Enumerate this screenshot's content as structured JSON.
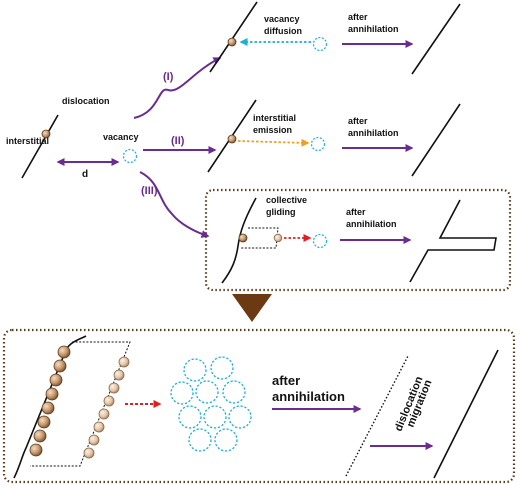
{
  "colors": {
    "purple": "#6a2c91",
    "cyan": "#1ab0d8",
    "orange": "#f0a020",
    "red": "#e02020",
    "bead": "#c99a6e",
    "frame": "#5a3a1a",
    "down_arrow": "#6b3a12"
  },
  "labels": {
    "interstitial": "interstitial",
    "dislocation": "dislocation",
    "vacancy": "vacancy",
    "d": "d",
    "path_1": "(I)",
    "path_2": "(II)",
    "path_3": "(III)",
    "vacancy_diffusion_1": "vacancy",
    "vacancy_diffusion_2": "diffusion",
    "interstitial_emission_1": "interstitial",
    "interstitial_emission_2": "emission",
    "collective_gliding_1": "collective",
    "collective_gliding_2": "gliding",
    "after": "after",
    "annihilation": "annihilation",
    "dislocation_migration_1": "dislocation",
    "dislocation_migration_2": "migration"
  }
}
